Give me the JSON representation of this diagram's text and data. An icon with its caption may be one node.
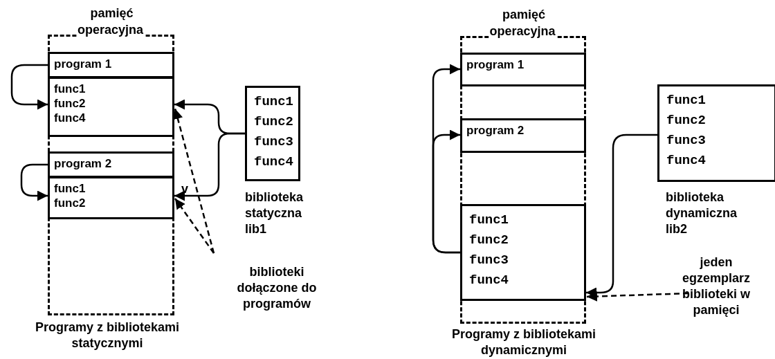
{
  "diagram": {
    "nodes": [
      {
        "text": [
          "pamięć operacyjna"
        ],
        "beside": [
          "Programy z bibliotekami statycznymi"
        ]
      },
      {
        "text": [
          "program 1"
        ],
        "in": 0
      },
      {
        "text": [
          "func1 func2 func4"
        ],
        "in": 0
      },
      {
        "text": [
          "program 2"
        ],
        "in": 0
      },
      {
        "text": [
          "func1 func2"
        ],
        "in": 0
      },
      {
        "text": [
          "func1 func2 func3 func4"
        ],
        "beside": [
          "biblioteka statyczna lib1"
        ]
      },
      {
        "text": [
          "biblioteki dołączone do programów"
        ]
      },
      {
        "text": [
          "pamięć operacyjna"
        ],
        "beside": [
          "Programy z bibliotekami dynamicznymi"
        ]
      },
      {
        "text": [
          "program 1"
        ],
        "in": 7
      },
      {
        "text": [
          "program 2"
        ],
        "in": 7
      },
      {
        "text": [
          "func1 func2 func3 func4"
        ],
        "in": 7
      },
      {
        "text": [
          "func1 func2 func3 func4"
        ],
        "beside": [
          "biblioteka dynamiczna lib2"
        ]
      },
      {
        "text": [
          "jeden egzemplarz biblioteki w pamięci"
        ]
      }
    ],
    "edges": [
      {
        "from": 1,
        "to": 2,
        "arrow": "to"
      },
      {
        "from": 3,
        "to": 4,
        "arrow": "to"
      },
      {
        "from": 5,
        "to": 2,
        "arrow": "to"
      },
      {
        "from": 5,
        "to": 4,
        "arrow": "to"
      },
      {
        "from": 6,
        "to": 2,
        "arrow": "to",
        "style": "dashed"
      },
      {
        "from": 6,
        "to": 4,
        "arrow": "to",
        "style": "dashed"
      },
      {
        "from": 10,
        "to": 8,
        "arrow": "to"
      },
      {
        "from": 10,
        "to": 9,
        "arrow": "to"
      },
      {
        "from": 11,
        "to": 10,
        "arrow": "to"
      },
      {
        "from": 12,
        "to": 10,
        "arrow": "to",
        "style": "dashed"
      }
    ],
    "labels": [
      "v"
    ]
  }
}
